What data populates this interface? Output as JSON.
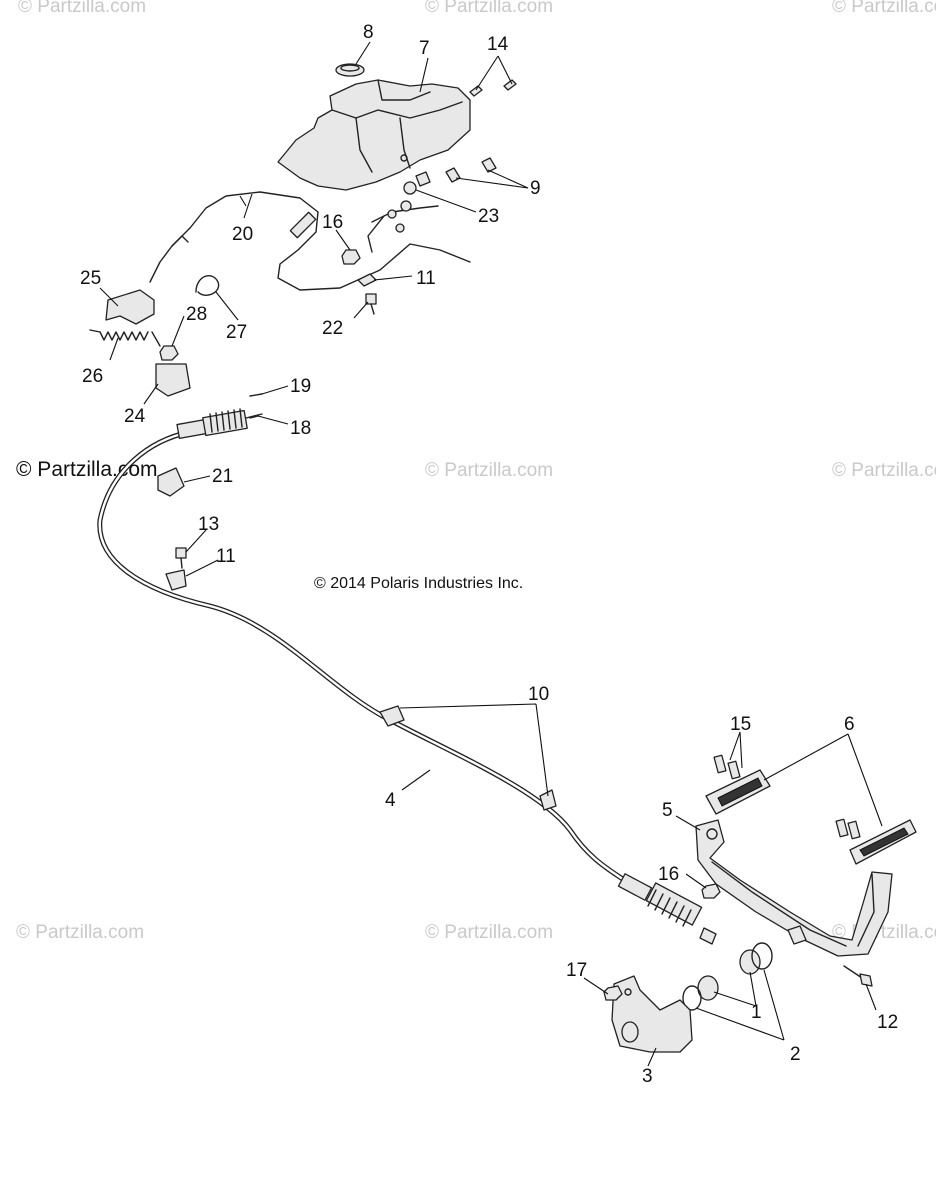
{
  "watermarks": {
    "top_left": "© Partzilla.com",
    "top_middle": "© Partzilla.com",
    "top_right": "© Partzilla.com",
    "mid_left": "© Partzilla.com",
    "mid_middle": "© Partzilla.com",
    "mid_right": "© Partzilla.com",
    "bottom_left": "© Partzilla.com",
    "bottom_middle": "© Partzilla.com",
    "bottom_right": "© Partzilla.com"
  },
  "copyright": "© 2014 Polaris Industries Inc.",
  "callouts": {
    "c1": "1",
    "c2": "2",
    "c3": "3",
    "c4": "4",
    "c5": "5",
    "c6": "6",
    "c7": "7",
    "c8": "8",
    "c9": "9",
    "c10": "10",
    "c11a": "11",
    "c11b": "11",
    "c12": "12",
    "c13": "13",
    "c14": "14",
    "c15": "15",
    "c16a": "16",
    "c16b": "16",
    "c17": "17",
    "c18": "18",
    "c19": "19",
    "c20": "20",
    "c21": "21",
    "c22": "22",
    "c23": "23",
    "c24": "24",
    "c25": "25",
    "c26": "26",
    "c27": "27",
    "c28": "28"
  },
  "colors": {
    "line": "#222222",
    "watermark": "#c9c9c9",
    "background": "#ffffff"
  }
}
